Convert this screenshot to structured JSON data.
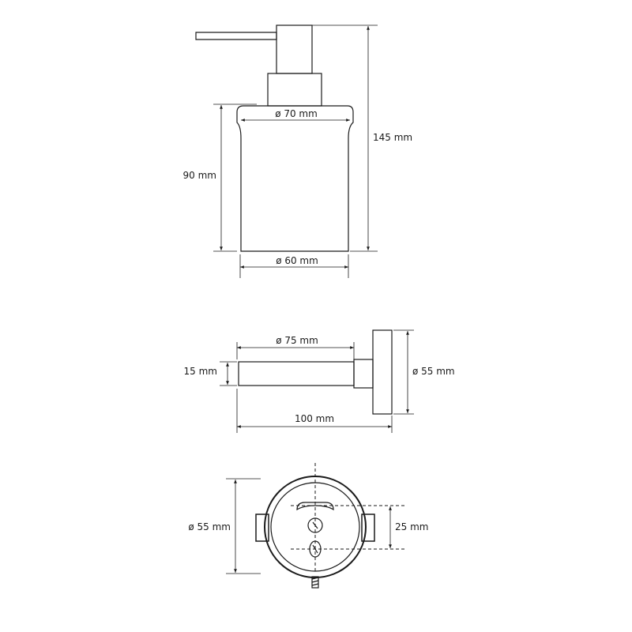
{
  "dimensions": {
    "dispenser_top_diameter": "ø 70 mm",
    "dispenser_bottom_diameter": "ø 60 mm",
    "dispenser_body_height": "90 mm",
    "dispenser_total_height": "145 mm",
    "holder_ring_diameter": "ø 75 mm",
    "holder_bar_thickness": "15 mm",
    "holder_depth": "100 mm",
    "wall_plate_diameter_side": "ø 55 mm",
    "wall_plate_diameter_front": "ø 55 mm",
    "hole_spacing": "25 mm"
  }
}
